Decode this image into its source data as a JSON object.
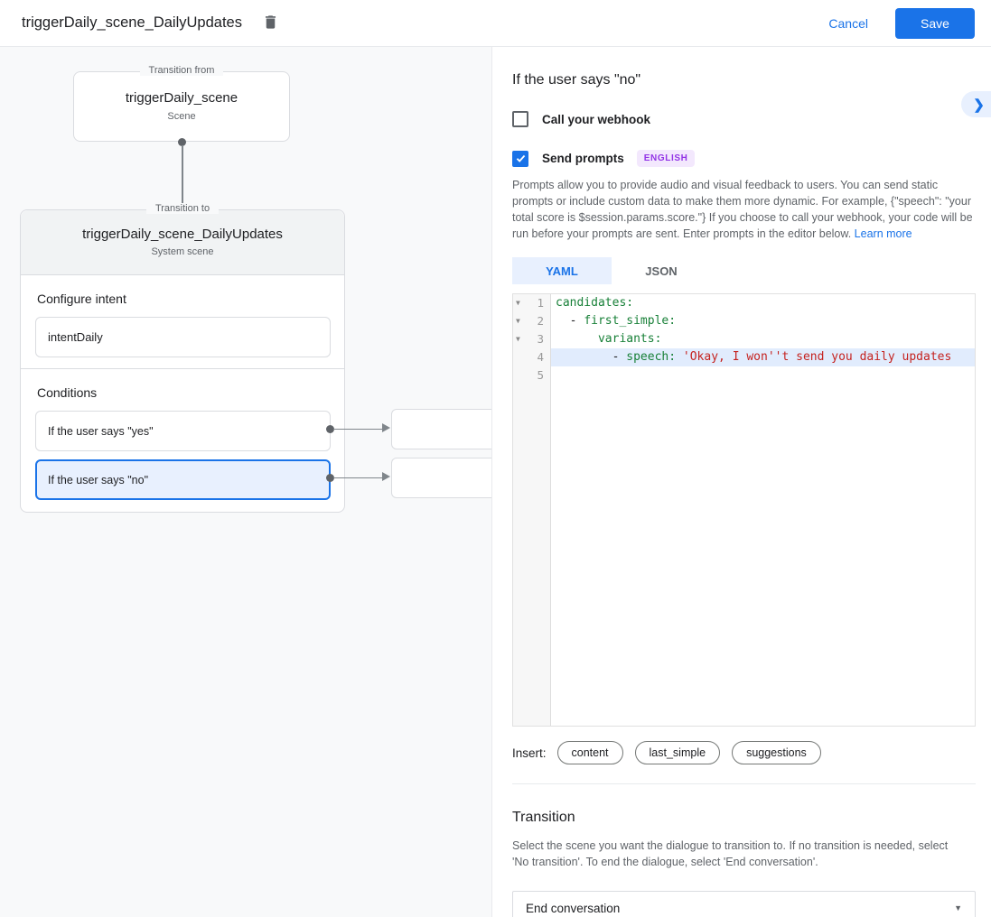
{
  "header": {
    "title": "triggerDaily_scene_DailyUpdates",
    "cancel_label": "Cancel",
    "save_label": "Save"
  },
  "canvas": {
    "from_box": {
      "legend": "Transition from",
      "title": "triggerDaily_scene",
      "subtitle": "Scene"
    },
    "to_box": {
      "legend": "Transition to",
      "title": "triggerDaily_scene_DailyUpdates",
      "subtitle": "System scene",
      "configure_intent_label": "Configure intent",
      "intent_value": "intentDaily",
      "conditions_label": "Conditions",
      "conditions": [
        {
          "label": "If the user says \"yes\"",
          "selected": false
        },
        {
          "label": "If the user says \"no\"",
          "selected": true
        }
      ]
    }
  },
  "panel": {
    "title": "If the user says \"no\"",
    "collapse_icon": "chevron-right",
    "webhook": {
      "label": "Call your webhook",
      "checked": false
    },
    "prompts": {
      "label": "Send prompts",
      "checked": true,
      "badge": "ENGLISH"
    },
    "description": "Prompts allow you to provide audio and visual feedback to users. You can send static prompts or include custom data to make them more dynamic. For example, {\"speech\": \"your total score is $session.params.score.\"} If you choose to call your webhook, your code will be run before your prompts are sent. Enter prompts in the editor below. ",
    "learn_more_label": "Learn more",
    "tabs": [
      {
        "label": "YAML",
        "active": true
      },
      {
        "label": "JSON",
        "active": false
      }
    ],
    "editor": {
      "lines": [
        {
          "num": "1",
          "fold": true,
          "hl": false,
          "segments": [
            {
              "cls": "tok-key",
              "text": "candidates:"
            }
          ]
        },
        {
          "num": "2",
          "fold": true,
          "hl": false,
          "segments": [
            {
              "cls": "",
              "text": "  - "
            },
            {
              "cls": "tok-key",
              "text": "first_simple:"
            }
          ]
        },
        {
          "num": "3",
          "fold": true,
          "hl": false,
          "segments": [
            {
              "cls": "",
              "text": "      "
            },
            {
              "cls": "tok-key",
              "text": "variants:"
            }
          ]
        },
        {
          "num": "4",
          "fold": false,
          "hl": true,
          "segments": [
            {
              "cls": "",
              "text": "        - "
            },
            {
              "cls": "tok-key",
              "text": "speech: "
            },
            {
              "cls": "tok-string",
              "text": "'Okay, I won''t send you daily updates"
            }
          ]
        },
        {
          "num": "5",
          "fold": false,
          "hl": false,
          "segments": []
        }
      ]
    },
    "insert": {
      "label": "Insert:",
      "chips": [
        "content",
        "last_simple",
        "suggestions"
      ]
    },
    "transition": {
      "title": "Transition",
      "description": "Select the scene you want the dialogue to transition to. If no transition is needed, select 'No transition'. To end the dialogue, select 'End conversation'.",
      "value": "End conversation"
    }
  },
  "colors": {
    "accent_blue": "#1a73e8",
    "selected_fill": "#e8f0fe",
    "badge_purple": "#9334e6",
    "code_key_green": "#188038",
    "code_string_red": "#c5221f"
  }
}
